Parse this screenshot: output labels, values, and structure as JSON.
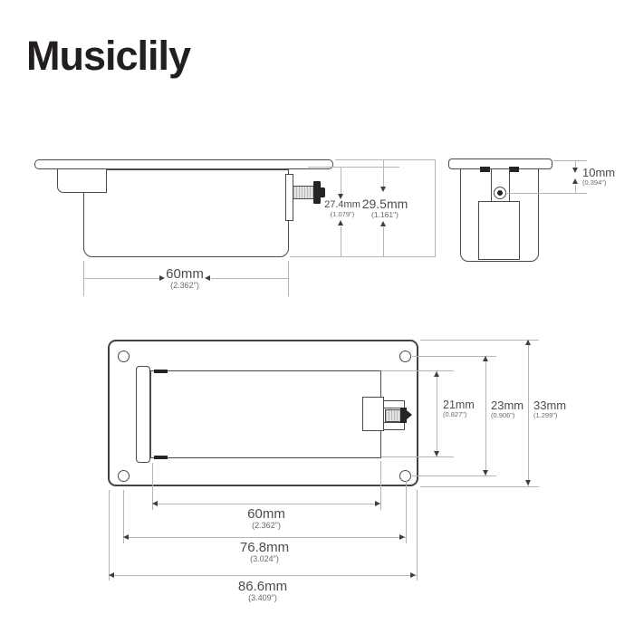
{
  "brand": "Musiclily",
  "side_view": {
    "width": {
      "mm": "60mm",
      "in": "(2.362\")"
    },
    "inner_depth": {
      "mm": "27.4mm",
      "in": "(1.079\")"
    },
    "total_depth": {
      "mm": "29.5mm",
      "in": "(1.161\")"
    }
  },
  "end_view": {
    "jack_offset": {
      "mm": "10mm",
      "in": "(0.394\")"
    }
  },
  "top_view": {
    "opening_height": {
      "mm": "21mm",
      "in": "(0.827\")"
    },
    "screw_spacing_v": {
      "mm": "23mm",
      "in": "(0.906\")"
    },
    "flange_height": {
      "mm": "33mm",
      "in": "(1.299\")"
    },
    "opening_width": {
      "mm": "60mm",
      "in": "(2.362\")"
    },
    "screw_spacing_h": {
      "mm": "76.8mm",
      "in": "(3.024\")"
    },
    "flange_width": {
      "mm": "86.6mm",
      "in": "(3.409\")"
    }
  }
}
